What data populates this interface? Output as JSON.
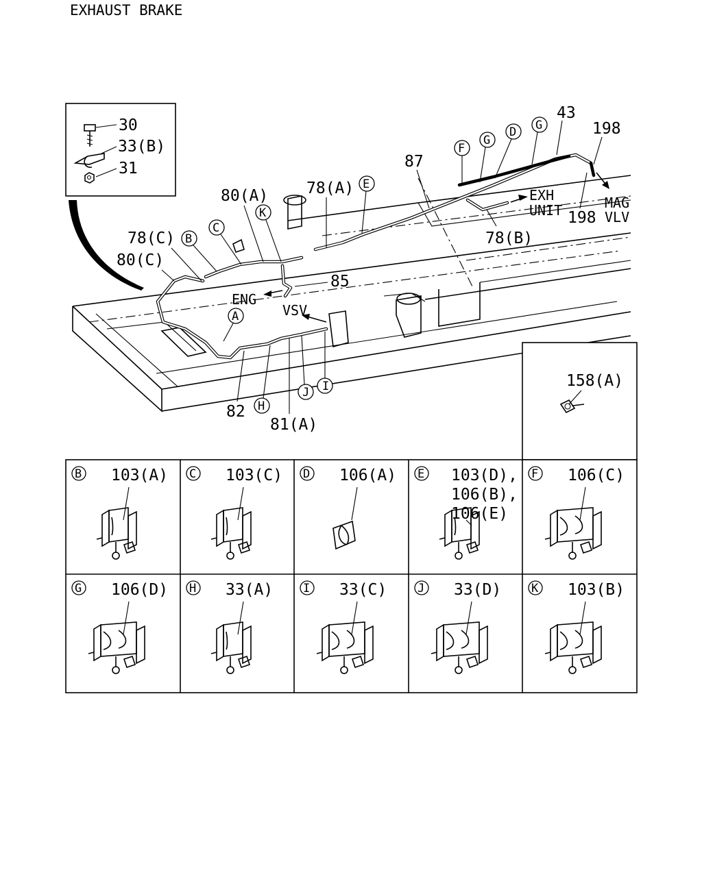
{
  "title": "EXHAUST BRAKE",
  "inset": {
    "bolt": "30",
    "clip": "33(B)",
    "nut": "31"
  },
  "labels": {
    "p43": "43",
    "p198a": "198",
    "p198b": "198",
    "p87": "87",
    "p78a": "78(A)",
    "p78b": "78(B)",
    "p78c": "78(C)",
    "p80a": "80(A)",
    "p80c": "80(C)",
    "p85": "85",
    "p82": "82",
    "p81a": "81(A)",
    "p158a": "158(A)"
  },
  "destinations": {
    "exh_line1": "EXH",
    "exh_line2": "UNIT",
    "mag_line1": "MAG",
    "mag_line2": "VLV",
    "eng": "ENG",
    "vsv": "VSV"
  },
  "callouts": {
    "A": "A",
    "B": "B",
    "C": "C",
    "D": "D",
    "E": "E",
    "F": "F",
    "G1": "G",
    "G2": "G",
    "H": "H",
    "I": "I",
    "J": "J",
    "K": "K"
  },
  "detail_panels": [
    {
      "letter": "B",
      "parts": [
        "103(A)"
      ]
    },
    {
      "letter": "C",
      "parts": [
        "103(C)"
      ]
    },
    {
      "letter": "D",
      "parts": [
        "106(A)"
      ]
    },
    {
      "letter": "E",
      "parts": [
        "103(D),",
        "106(B),",
        "106(E)"
      ]
    },
    {
      "letter": "F",
      "parts": [
        "106(C)"
      ]
    },
    {
      "letter": "G",
      "parts": [
        "106(D)"
      ]
    },
    {
      "letter": "H",
      "parts": [
        "33(A)"
      ]
    },
    {
      "letter": "I",
      "parts": [
        "33(C)"
      ]
    },
    {
      "letter": "J",
      "parts": [
        "33(D)"
      ]
    },
    {
      "letter": "K",
      "parts": [
        "103(B)"
      ]
    }
  ]
}
